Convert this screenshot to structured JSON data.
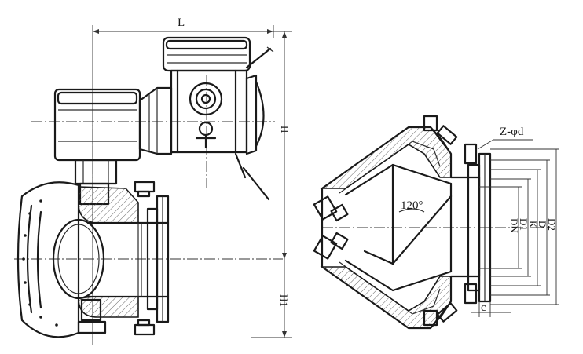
{
  "labels": {
    "L": "L",
    "H": "H",
    "H1": "H1",
    "Z_phi_d": "Z-φd",
    "angle": "120°",
    "DN": "DN",
    "D1": "D1",
    "K": "K",
    "D": "D",
    "D2": "D2",
    "c": "c"
  },
  "colors": {
    "ink": "#1a1a1a",
    "paper": "#ffffff"
  }
}
